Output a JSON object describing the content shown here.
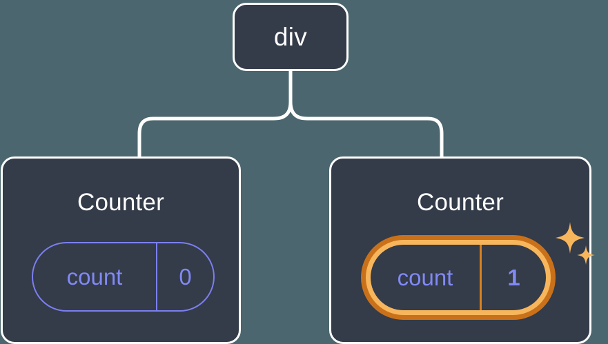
{
  "diagram": {
    "type": "component-tree",
    "title": "React component tree with highlighted state update",
    "background_color": "#4b666e",
    "node_fill_color": "#343b49",
    "node_border_color": "#ffffff",
    "connector_color": "#ffffff",
    "state_color": "#8189f5",
    "highlight_outer_color": "#c9711a",
    "highlight_inner_color": "#f8b65c",
    "sparkle_color": "#f8b65c"
  },
  "root": {
    "label": "div"
  },
  "children": [
    {
      "id": "counter-left",
      "title": "Counter",
      "state": {
        "key": "count",
        "value": "0"
      },
      "highlighted": false,
      "sparkles": false
    },
    {
      "id": "counter-right",
      "title": "Counter",
      "state": {
        "key": "count",
        "value": "1"
      },
      "highlighted": true,
      "sparkles": true
    }
  ],
  "edges": [
    {
      "from": "div",
      "to": "counter-left"
    },
    {
      "from": "div",
      "to": "counter-right"
    }
  ]
}
